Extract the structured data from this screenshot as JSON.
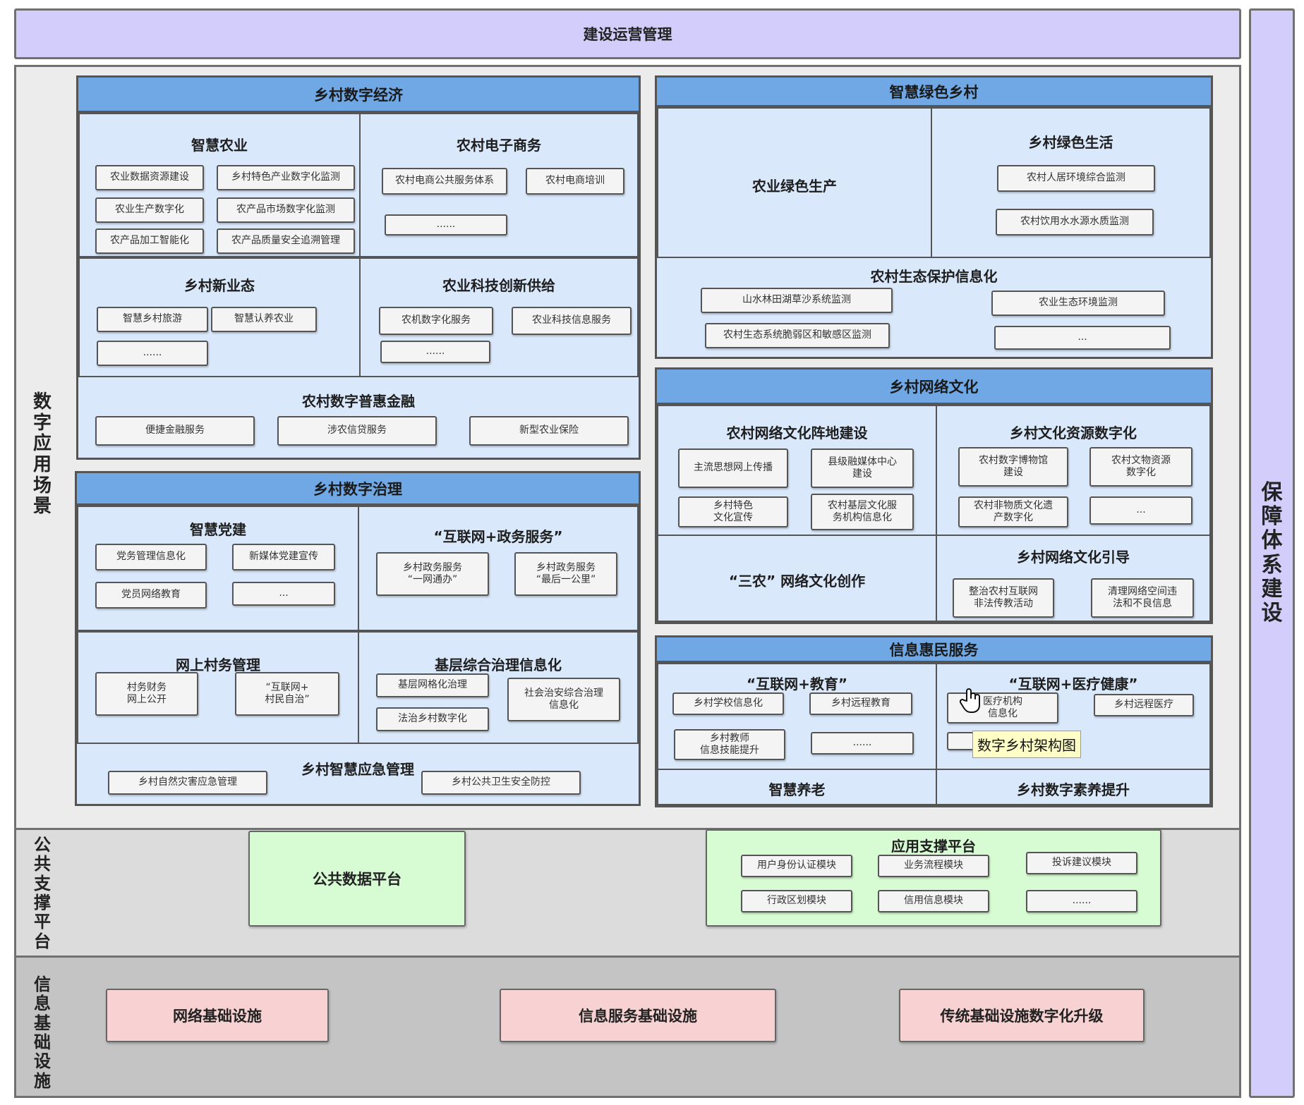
{
  "top_bar": "建设运营管理",
  "side_right": "保障体系建设",
  "layers": {
    "app": "数字应用场景",
    "platform": "公共支撑平台",
    "infra": "信息基础设施"
  },
  "economy": {
    "title": "乡村数字经济",
    "agri": {
      "title": "智慧农业",
      "items": [
        "农业数据资源建设",
        "乡村特色产业数字化监测",
        "农业生产数字化",
        "农产品市场数字化监测",
        "农产品加工智能化",
        "农产品质量安全追溯管理"
      ]
    },
    "ecommerce": {
      "title": "农村电子商务",
      "items": [
        "农村电商公共服务体系",
        "农村电商培训",
        "......"
      ]
    },
    "newbiz": {
      "title": "乡村新业态",
      "items": [
        "智慧乡村旅游",
        "智慧认养农业",
        "......"
      ]
    },
    "tech": {
      "title": "农业科技创新供给",
      "items": [
        "农机数字化服务",
        "农业科技信息服务",
        "......"
      ]
    },
    "finance": {
      "title": "农村数字普惠金融",
      "items": [
        "便捷金融服务",
        "涉农信贷服务",
        "新型农业保险"
      ]
    }
  },
  "governance": {
    "title": "乡村数字治理",
    "party": {
      "title": "智慧党建",
      "items": [
        "党务管理信息化",
        "新媒体党建宣传",
        "党员网络教育",
        "..."
      ]
    },
    "gov": {
      "title": "“互联网+政务服务”",
      "items": [
        "乡村政务服务\n“一网通办”",
        "乡村政务服务\n“最后一公里”"
      ]
    },
    "village": {
      "title": "网上村务管理",
      "items": [
        "村务财务\n网上公开",
        "“互联网+\n村民自治”"
      ]
    },
    "grassroots": {
      "title": "基层综合治理信息化",
      "items": [
        "基层网格化治理",
        "法治乡村数字化",
        "社会治安综合治理\n信息化"
      ]
    },
    "emergency": {
      "title": "乡村智慧应急管理",
      "items": [
        "乡村自然灾害应急管理",
        "乡村公共卫生安全防控"
      ]
    }
  },
  "green": {
    "title": "智慧绿色乡村",
    "production": "农业绿色生产",
    "life": {
      "title": "乡村绿色生活",
      "items": [
        "农村人居环境综合监测",
        "农村饮用水水源水质监测"
      ]
    },
    "eco": {
      "title": "农村生态保护信息化",
      "items": [
        "山水林田湖草沙系统监测",
        "农业生态环境监测",
        "农村生态系统脆弱区和敏感区监测",
        "..."
      ]
    }
  },
  "culture": {
    "title": "乡村网络文化",
    "front": {
      "title": "农村网络文化阵地建设",
      "items": [
        "主流思想网上传播",
        "县级融媒体中心\n建设",
        "乡村特色\n文化宣传",
        "农村基层文化服\n务机构信息化"
      ]
    },
    "resource": {
      "title": "乡村文化资源数字化",
      "items": [
        "农村数字博物馆\n建设",
        "农村文物资源\n数字化",
        "农村非物质文化遗\n产数字化",
        "..."
      ]
    },
    "sannong": "“三农” 网络文化创作",
    "guide": {
      "title": "乡村网络文化引导",
      "items": [
        "整治农村互联网\n非法传教活动",
        "清理网络空间违\n法和不良信息"
      ]
    }
  },
  "service": {
    "title": "信息惠民服务",
    "edu": {
      "title": "“互联网+教育”",
      "items": [
        "乡村学校信息化",
        "乡村远程教育",
        "乡村教师\n信息技能提升",
        "......"
      ]
    },
    "health": {
      "title": "“互联网+医疗健康”",
      "items": [
        "医疗机构\n信息化",
        "乡村远程医疗"
      ]
    },
    "elderly": "智慧养老",
    "literacy": "乡村数字素养提升"
  },
  "public_data": "公共数据平台",
  "app_support": {
    "title": "应用支撑平台",
    "items": [
      "用户身份认证模块",
      "业务流程模块",
      "投诉建议模块",
      "行政区划模块",
      "信用信息模块",
      "......"
    ]
  },
  "infra": [
    "网络基础设施",
    "信息服务基础设施",
    "传统基础设施数字化升级"
  ],
  "tooltip": "数字乡村架构图"
}
